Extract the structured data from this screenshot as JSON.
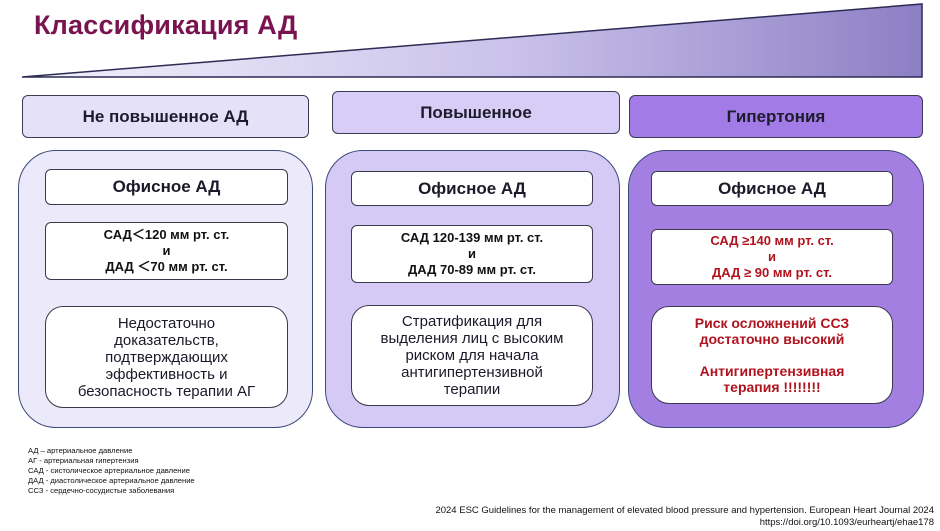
{
  "title": "Классификация АД",
  "columns": [
    {
      "header": "Не повышенное АД",
      "office": "Офисное АД",
      "values": [
        "САД＜120 мм рт. ст.",
        "и",
        "ДАД ＜70 мм рт. ст."
      ],
      "desc": [
        "Недостаточно",
        "доказательств,",
        "подтверждающих",
        "эффективность и",
        "безопасность терапии АГ"
      ]
    },
    {
      "header": "Повышенное",
      "office": "Офисное АД",
      "values": [
        "САД 120-139 мм рт. ст.",
        "и",
        "ДАД  70-89 мм рт. ст."
      ],
      "desc": [
        "Стратификация для",
        "выделения лиц с высоким",
        "риском для начала",
        "антигипертензивной",
        "терапии"
      ]
    },
    {
      "header": "Гипертония",
      "office": "Офисное АД",
      "values": [
        "САД ≥140 мм рт. ст.",
        "и",
        "ДАД ≥ 90 мм рт. ст."
      ],
      "desc": [
        "Риск осложнений ССЗ",
        "достаточно высокий",
        "Антигипертензивная",
        "терапия !!!!!!!!"
      ]
    }
  ],
  "abbreviations": [
    "АД – артериальное давление",
    "АГ - артериальная гипертензия",
    "САД - систолическое артериальное давление",
    "ДАД - диастолическое артериальное давление",
    "ССЗ - сердечно-сосудистые заболевания"
  ],
  "reference": {
    "line1": "2024 ESC Guidelines for the management of elevated blood pressure and hypertension. European Heart Journal 2024",
    "line2": "https://doi.org/10.1093/eurheartj/ehae178"
  },
  "colors": {
    "title": "#7a1450",
    "col1_header": "#e4e1f8",
    "col2_header": "#d7cdf6",
    "col3_header": "#a27be6",
    "col1_panel": "#ece9fa",
    "col2_panel": "#d5c9f5",
    "col3_panel": "#a47fe2",
    "red_text": "#b0121e"
  }
}
